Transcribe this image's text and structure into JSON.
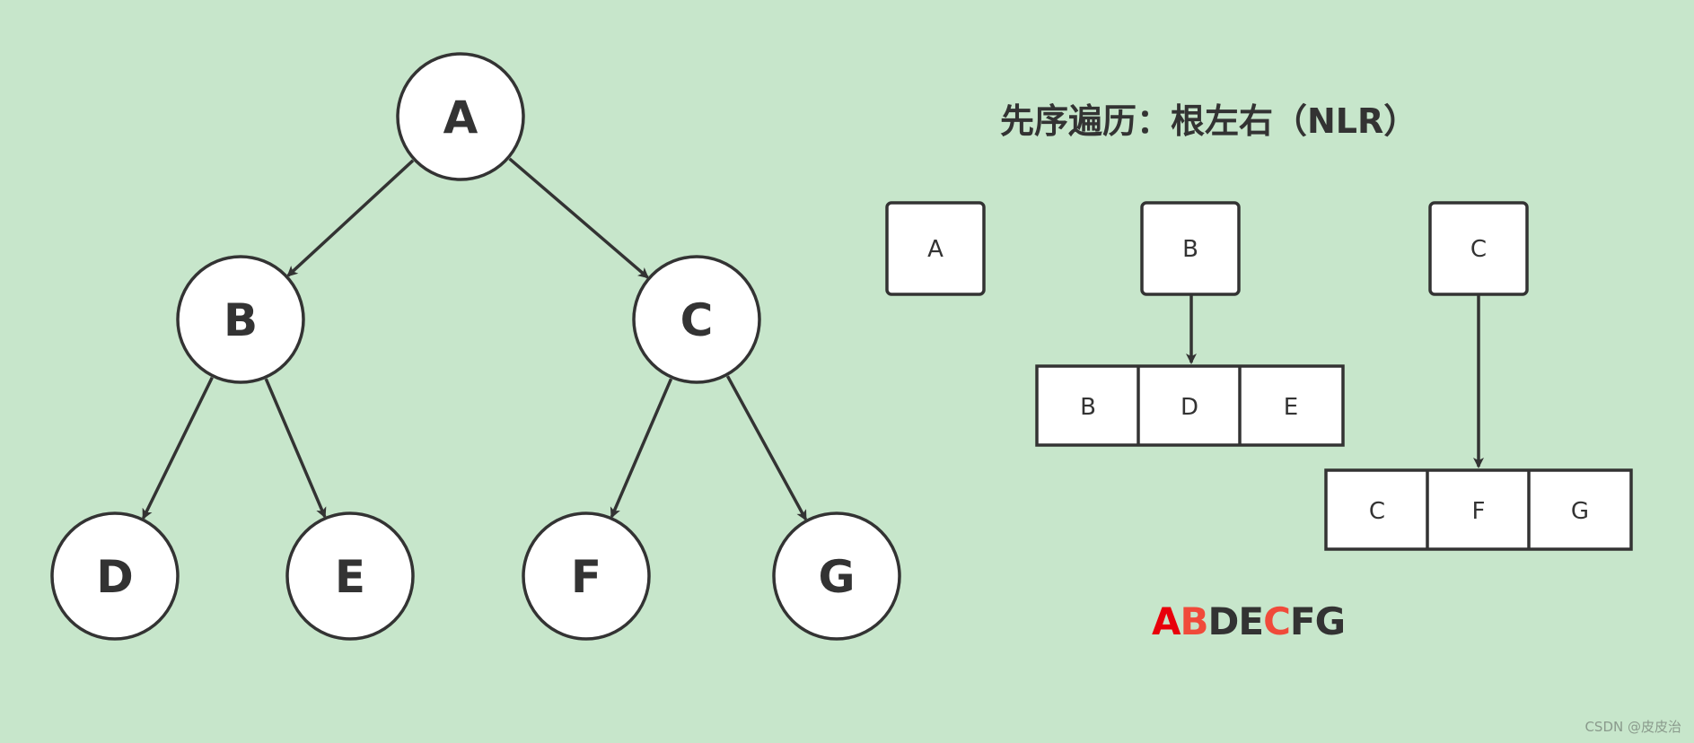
{
  "title": "先序遍历：根左右（NLR）",
  "tree": {
    "nodes": [
      {
        "id": "A",
        "label": "A"
      },
      {
        "id": "B",
        "label": "B"
      },
      {
        "id": "C",
        "label": "C"
      },
      {
        "id": "D",
        "label": "D"
      },
      {
        "id": "E",
        "label": "E"
      },
      {
        "id": "F",
        "label": "F"
      },
      {
        "id": "G",
        "label": "G"
      }
    ],
    "edges": [
      {
        "from": "A",
        "to": "B"
      },
      {
        "from": "A",
        "to": "C"
      },
      {
        "from": "B",
        "to": "D"
      },
      {
        "from": "B",
        "to": "E"
      },
      {
        "from": "C",
        "to": "F"
      },
      {
        "from": "C",
        "to": "G"
      }
    ]
  },
  "boxes": {
    "root_a": "A",
    "root_b": "B",
    "root_c": "C",
    "row_b": [
      "B",
      "D",
      "E"
    ],
    "row_c": [
      "C",
      "F",
      "G"
    ]
  },
  "result": [
    {
      "text": "A",
      "color": "#e8000b"
    },
    {
      "text": "B",
      "color": "#f04a3a"
    },
    {
      "text": "DE",
      "color": "#333333"
    },
    {
      "text": "C",
      "color": "#f04a3a"
    },
    {
      "text": "FG",
      "color": "#333333"
    }
  ],
  "watermark": "CSDN @皮皮治",
  "colors": {
    "background": "#c7e6cb",
    "stroke": "#333333",
    "highlight": "#e8000b"
  }
}
